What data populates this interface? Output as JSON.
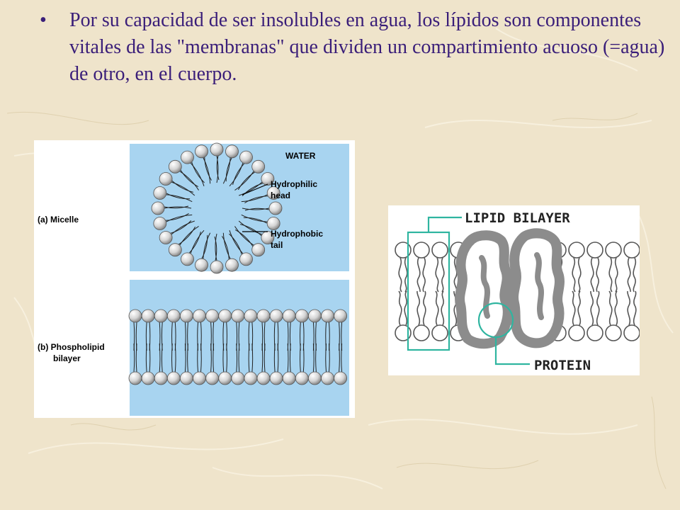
{
  "slide": {
    "bullet_symbol": "•",
    "bullet_text": "Por su capacidad de ser insolubles en agua, los lípidos son componentes vitales de las \"membranas\" que dividen un compartimiento acuoso (=agua) de otro, en el cuerpo."
  },
  "figure_left": {
    "water_label": "WATER",
    "head_label_1": "Hydrophilic",
    "head_label_2": "head",
    "tail_label_1": "Hydrophobic",
    "tail_label_2": "tail",
    "micelle_label": "(a) Micelle",
    "bilayer_label_1": "(b) Phospholipid",
    "bilayer_label_2": "bilayer"
  },
  "figure_right": {
    "lipid_bilayer_label": "LIPID BILAYER",
    "protein_label": "PROTEIN"
  },
  "colors": {
    "text_purple": "#3a1e79",
    "water_blue": "#a8d4f0",
    "guide_green": "#2fb5a0",
    "protein_gray": "#8c8c8c"
  }
}
